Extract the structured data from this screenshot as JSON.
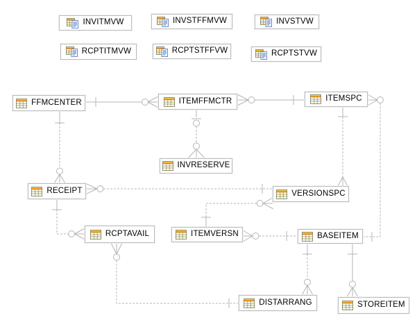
{
  "diagram": {
    "kind": "entity-relationship-diagram",
    "background_color": "#ffffff",
    "line_color": "#b4b4b4",
    "box_border_color": "#bcbcbc",
    "text_color": "#000000",
    "icon_colors": {
      "table_header_orange": "#e2850f",
      "table_header_highlight": "#f6d14a",
      "table_grid_olive": "#a6a670",
      "view_document_blue": "#5577b9"
    }
  },
  "nodes": [
    {
      "label": "INVITMVW",
      "type": "view"
    },
    {
      "label": "INVSTFFMVW",
      "type": "view"
    },
    {
      "label": "INVSTVW",
      "type": "view"
    },
    {
      "label": "RCPTITMVW",
      "type": "view"
    },
    {
      "label": "RCPTSTFFVW",
      "type": "view"
    },
    {
      "label": "RCPTSTVW",
      "type": "view"
    },
    {
      "label": "FFMCENTER",
      "type": "table"
    },
    {
      "label": "ITEMFFMCTR",
      "type": "table"
    },
    {
      "label": "ITEMSPC",
      "type": "table"
    },
    {
      "label": "INVRESERVE",
      "type": "table"
    },
    {
      "label": "RECEIPT",
      "type": "table"
    },
    {
      "label": "VERSIONSPC",
      "type": "table"
    },
    {
      "label": "RCPTAVAIL",
      "type": "table"
    },
    {
      "label": "ITEMVERSN",
      "type": "table"
    },
    {
      "label": "BASEITEM",
      "type": "table"
    },
    {
      "label": "DISTARRANG",
      "type": "table"
    },
    {
      "label": "STOREITEM",
      "type": "table"
    }
  ],
  "relationships": [
    {
      "from": "FFMCENTER",
      "to": "ITEMFFMCTR",
      "from_cardinality": "one",
      "to_cardinality": "zero-or-many",
      "line": "solid"
    },
    {
      "from": "ITEMFFMCTR",
      "to": "ITEMSPC",
      "from_cardinality": "zero-or-many",
      "to_cardinality": "one",
      "line": "solid"
    },
    {
      "from": "ITEMFFMCTR",
      "to": "INVRESERVE",
      "from_cardinality": "zero-or-one",
      "to_cardinality": "zero-or-many",
      "line": "dashed"
    },
    {
      "from": "FFMCENTER",
      "to": "RECEIPT",
      "from_cardinality": "one",
      "to_cardinality": "zero-or-many",
      "line": "dashed"
    },
    {
      "from": "RECEIPT",
      "to": "VERSIONSPC",
      "from_cardinality": "zero-or-many",
      "to_cardinality": "one",
      "line": "dashed"
    },
    {
      "from": "RECEIPT",
      "to": "RCPTAVAIL",
      "from_cardinality": "one",
      "to_cardinality": "zero-or-many",
      "line": "dashed"
    },
    {
      "from": "RCPTAVAIL",
      "to": "DISTARRANG",
      "from_cardinality": "zero-or-many",
      "to_cardinality": "one",
      "line": "dashed"
    },
    {
      "from": "ITEMSPC",
      "to": "VERSIONSPC",
      "from_cardinality": "one",
      "to_cardinality": "many",
      "line": "dashed"
    },
    {
      "from": "ITEMSPC",
      "to": "BASEITEM",
      "from_cardinality": "zero-or-many",
      "to_cardinality": "one",
      "line": "dashed"
    },
    {
      "from": "ITEMVERSN",
      "to": "VERSIONSPC",
      "from_cardinality": "one",
      "to_cardinality": "zero-or-many",
      "line": "dashed"
    },
    {
      "from": "ITEMVERSN",
      "to": "BASEITEM",
      "from_cardinality": "zero-or-many",
      "to_cardinality": "one",
      "line": "dashed"
    },
    {
      "from": "BASEITEM",
      "to": "DISTARRANG",
      "from_cardinality": "one",
      "to_cardinality": "zero-or-many",
      "line": "dashed"
    },
    {
      "from": "BASEITEM",
      "to": "STOREITEM",
      "from_cardinality": "one",
      "to_cardinality": "zero-or-many",
      "line": "solid"
    }
  ]
}
